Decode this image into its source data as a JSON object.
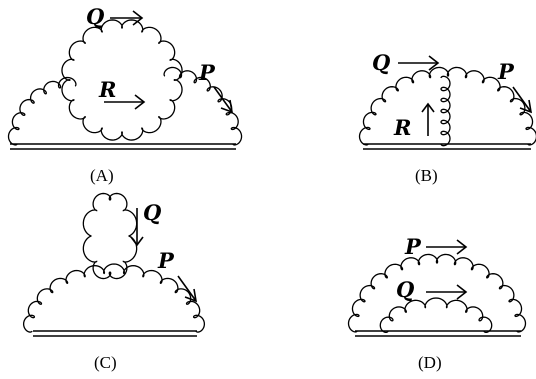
{
  "diagrams": [
    {
      "id": "A",
      "caption": "(A)",
      "labels": {
        "loop_outer": "Q",
        "loop_inner": "R",
        "external": "P"
      }
    },
    {
      "id": "B",
      "caption": "(B)",
      "labels": {
        "loop_left": "Q",
        "loop_vertical": "R",
        "external": "P"
      }
    },
    {
      "id": "C",
      "caption": "(C)",
      "labels": {
        "tadpole": "Q",
        "external": "P"
      }
    },
    {
      "id": "D",
      "caption": "(D)",
      "labels": {
        "outer": "P",
        "inner": "Q"
      }
    }
  ]
}
